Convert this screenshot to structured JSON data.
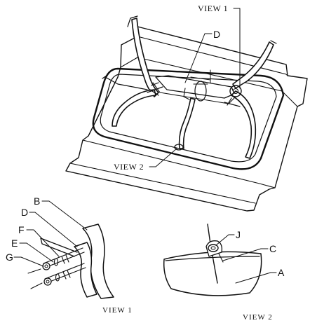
{
  "callouts": {
    "view1_top": "VIEW 1",
    "view2_top": "VIEW 2",
    "D_top": "D",
    "B": "B",
    "D": "D",
    "F": "F",
    "E": "E",
    "G": "G",
    "J": "J",
    "C": "C",
    "A": "A"
  },
  "captions": {
    "view1": "VIEW 1",
    "view2": "VIEW 2"
  }
}
